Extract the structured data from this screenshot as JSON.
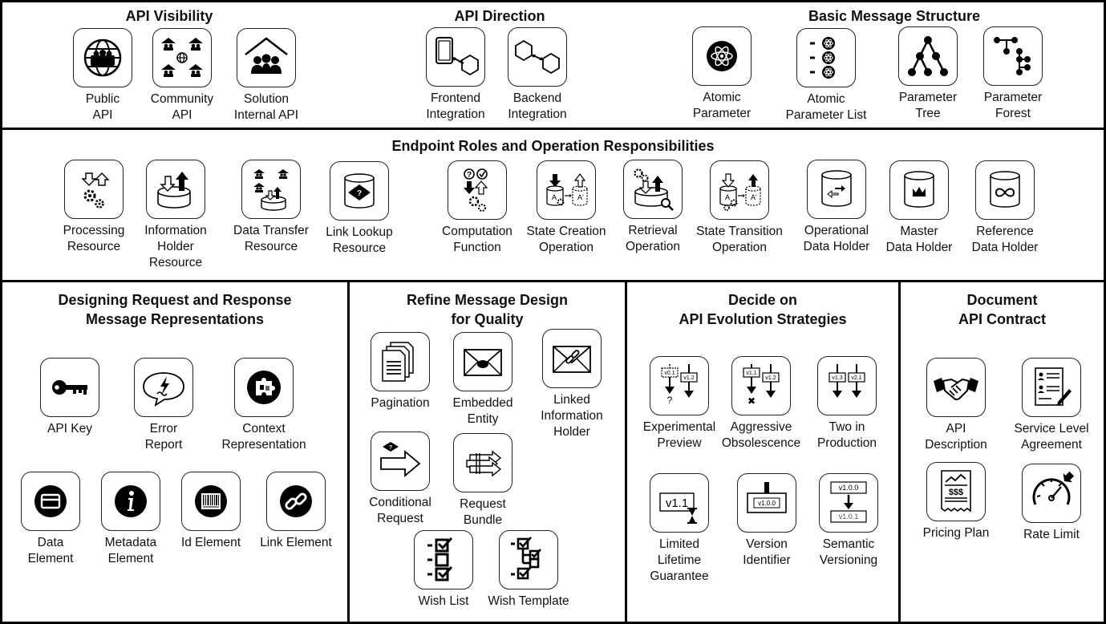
{
  "sections": {
    "api_visibility": {
      "title": "API Visibility",
      "items": [
        {
          "label": "Public\nAPI",
          "icon": "globe-people-icon"
        },
        {
          "label": "Community\nAPI",
          "icon": "community-houses-icon"
        },
        {
          "label": "Solution\nInternal API",
          "icon": "house-people-icon"
        }
      ]
    },
    "api_direction": {
      "title": "API Direction",
      "items": [
        {
          "label": "Frontend\nIntegration",
          "icon": "frontend-integration-icon"
        },
        {
          "label": "Backend\nIntegration",
          "icon": "backend-integration-icon"
        }
      ]
    },
    "basic_message_structure": {
      "title": "Basic Message Structure",
      "items": [
        {
          "label": "Atomic\nParameter",
          "icon": "atom-icon"
        },
        {
          "label": "Atomic\nParameter List",
          "icon": "atom-list-icon"
        },
        {
          "label": "Parameter\nTree",
          "icon": "tree-icon"
        },
        {
          "label": "Parameter\nForest",
          "icon": "forest-icon"
        }
      ]
    },
    "endpoint_roles": {
      "title": "Endpoint Roles and Operation Responsibilities",
      "items": [
        {
          "label": "Processing\nResource",
          "icon": "processing-resource-icon"
        },
        {
          "label": "Information\nHolder\nResource",
          "icon": "information-holder-icon"
        },
        {
          "label": "Data Transfer\nResource",
          "icon": "data-transfer-icon"
        },
        {
          "label": "Link Lookup\nResource",
          "icon": "link-lookup-icon"
        },
        {
          "label": "Computation\nFunction",
          "icon": "computation-function-icon"
        },
        {
          "label": "State Creation\nOperation",
          "icon": "state-creation-icon"
        },
        {
          "label": "Retrieval\nOperation",
          "icon": "retrieval-icon"
        },
        {
          "label": "State Transition\nOperation",
          "icon": "state-transition-icon"
        },
        {
          "label": "Operational\nData Holder",
          "icon": "operational-data-icon"
        },
        {
          "label": "Master\nData Holder",
          "icon": "master-data-icon"
        },
        {
          "label": "Reference\nData Holder",
          "icon": "reference-data-icon"
        }
      ]
    },
    "designing_request": {
      "title": "Designing Request and Response\nMessage Representations",
      "items": [
        {
          "label": "API Key",
          "icon": "key-icon"
        },
        {
          "label": "Error\nReport",
          "icon": "error-report-icon"
        },
        {
          "label": "Context\nRepresentation",
          "icon": "puzzle-icon"
        },
        {
          "label": "Data\nElement",
          "icon": "data-element-icon"
        },
        {
          "label": "Metadata\nElement",
          "icon": "info-icon"
        },
        {
          "label": "Id Element",
          "icon": "barcode-icon"
        },
        {
          "label": "Link Element",
          "icon": "link-icon"
        }
      ]
    },
    "refine_message": {
      "title": "Refine Message Design\nfor Quality",
      "items": [
        {
          "label": "Pagination",
          "icon": "pages-icon"
        },
        {
          "label": "Embedded\nEntity",
          "icon": "envelope-icon"
        },
        {
          "label": "Linked\nInformation\nHolder",
          "icon": "envelope-link-icon"
        },
        {
          "label": "Conditional\nRequest",
          "icon": "conditional-arrow-icon"
        },
        {
          "label": "Request\nBundle",
          "icon": "bundle-icon"
        },
        {
          "label": "Wish List",
          "icon": "wish-list-icon"
        },
        {
          "label": "Wish Template",
          "icon": "wish-template-icon"
        }
      ]
    },
    "evolution": {
      "title": "Decide on\nAPI Evolution Strategies",
      "items": [
        {
          "label": "Experimental\nPreview",
          "icon": "experimental-preview-icon",
          "v1": "v0.1",
          "v2": "v1.2",
          "mark": "?"
        },
        {
          "label": "Aggressive\nObsolescence",
          "icon": "aggressive-obsolescence-icon",
          "v1": "v1.1",
          "v2": "v1.2",
          "mark": "✖"
        },
        {
          "label": "Two in\nProduction",
          "icon": "two-in-production-icon",
          "v1": "v1.3",
          "v2": "v2.1",
          "mark": ""
        },
        {
          "label": "Limited\nLifetime\nGuarantee",
          "icon": "hourglass-version-icon",
          "v1": "v1.1"
        },
        {
          "label": "Version\nIdentifier",
          "icon": "version-identifier-icon",
          "v1": "v1.0.0"
        },
        {
          "label": "Semantic\nVersioning",
          "icon": "semantic-versioning-icon",
          "v1": "v1.0.0",
          "v2": "v1.0.1"
        }
      ]
    },
    "document_contract": {
      "title": "Document\nAPI Contract",
      "items": [
        {
          "label": "API\nDescription",
          "icon": "handshake-icon"
        },
        {
          "label": "Service Level\nAgreement",
          "icon": "contract-signature-icon"
        },
        {
          "label": "Pricing Plan",
          "icon": "receipt-icon",
          "price": "$$$"
        },
        {
          "label": "Rate Limit",
          "icon": "gauge-icon"
        }
      ]
    }
  }
}
